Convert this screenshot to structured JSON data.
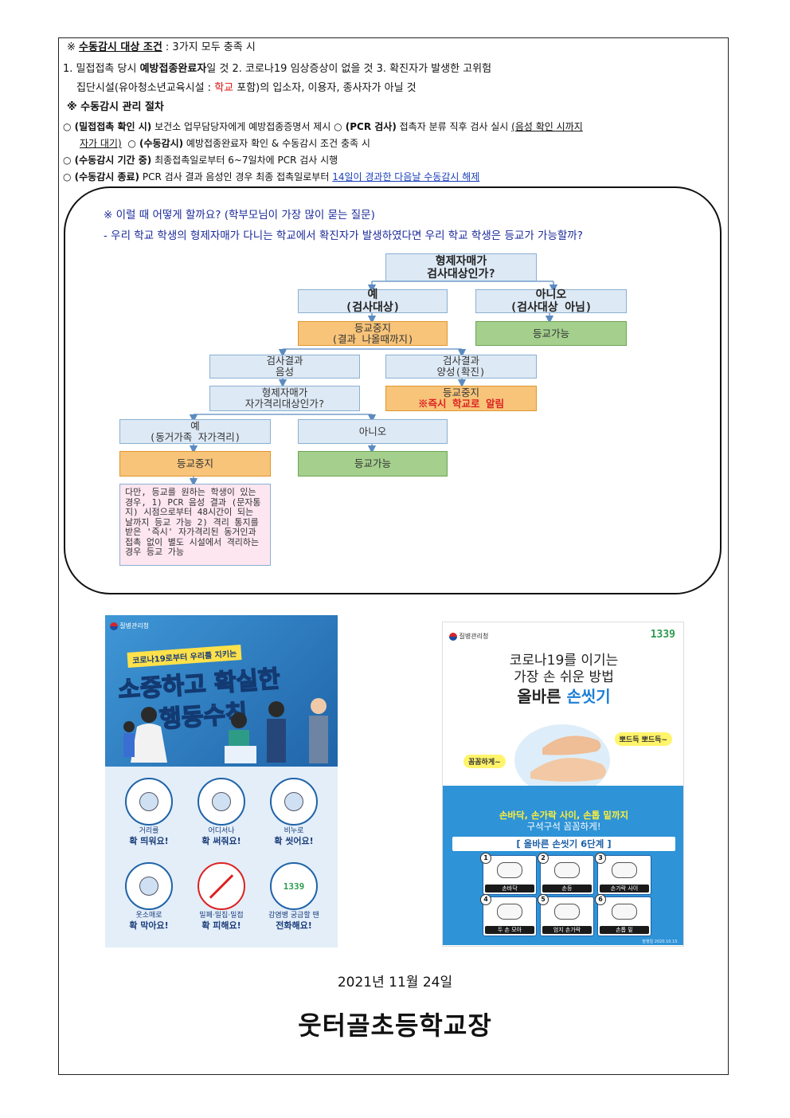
{
  "criteria": {
    "title_mark": "※",
    "title": "수동감시 대상 조건",
    "title_suffix": ": 3가지 모두 충족 시",
    "line1_a": "1. 밀접접촉 당시 ",
    "line1_b": "예방접종완료자",
    "line1_c": "일 것   2. 코로나19 임상증상이 없을 것   3. 확진자가 발생한 고위험",
    "line2_a": "집단시설(유아청소년교육시설 : ",
    "line2_b": "학교",
    "line2_c": " 포함)의 입소자, 이용자, 종사자가 아닐 것"
  },
  "procedure": {
    "title": "※ 수동감시 관리 절차",
    "s1_label": "○ (밀접접촉 확인 시)",
    "s1_text": " 보건소 업무담당자에게 예방접종증명서 제시   ",
    "s2_label": "○ (PCR 검사)",
    "s2_text": " 접촉자 분류 직후 검사 실시 ",
    "s2_underline": "(음성 확인 시까지",
    "s2_cont": "자가 대기)",
    "s3_label": "○ (수동감시)",
    "s3_text": " 예방접종완료자 확인 & 수동감시 조건 충족 시",
    "s4_label": "○ (수동감시 기간 중)",
    "s4_text": " 최종접촉일로부터 6~7일차에 PCR 검사 시행",
    "s5_label": "○ (수동감시 종료)",
    "s5_text": " PCR 검사 결과 음성인 경우    최종 접촉일로부터 ",
    "s5_link": "14일이 경과한 다음날 수동감시 해제"
  },
  "faq": {
    "question": "※ 이럴 때 어떻게 할까요? (학부모님이 가장 많이 묻는 질문)",
    "sub": "- 우리 학교 학생의 형제자매가 다니는 학교에서 확진자가 발생하였다면 우리 학교 학생은 등교가 가능할까?"
  },
  "flow": {
    "start": "형제자매가\n검사대상인가?",
    "yes_test": "예\n(검사대상)",
    "no_test": "아니오\n(검사대상 아님)",
    "stop_until_result": "등교중지\n(결과 나올때까지)",
    "can_attend_1": "등교가능",
    "neg_result": "검사결과\n음성",
    "pos_result": "검사결과\n양성(확진)",
    "sibling_quarantine": "형제자매가\n자가격리대상인가?",
    "stop_pos": "등교중지",
    "stop_pos_alert": "※즉시 학교로 알림",
    "yes_quarantine": "예\n(동거가족 자가격리)",
    "no_quarantine": "아니오",
    "stop_2": "등교중지",
    "can_attend_2": "등교가능",
    "exception_note": "다만, 등교를 원하는 학생이 있는 경우, 1) PCR 음성 결과 (문자통지) 시점으로부터 48시간이 되는 날까지 등교 가능 2) 격리 통지를 받은 '즉시' 자가격리된 동거인과 접촉 없이 별도 시설에서 격리하는 경우 등교 가능"
  },
  "poster1": {
    "agency": "질병관리청",
    "tagline": "코로나19로부터 우리를 지키는",
    "headline1": "소중하고 확실한",
    "headline2": "행동수칙",
    "items": [
      {
        "icon": "distance-icon",
        "l1": "거리를",
        "l2": "확 띄워요!"
      },
      {
        "icon": "mask-icon",
        "l1": "어디서나",
        "l2": "확 써줘요!"
      },
      {
        "icon": "handwash-icon",
        "l1": "비누로",
        "l2": "확 씻어요!"
      },
      {
        "icon": "cough-icon",
        "l1": "옷소매로",
        "l2": "확 막아요!"
      },
      {
        "icon": "no-crowd-icon",
        "l1": "밀폐·밀집·밀접",
        "l2": "확 피해요!"
      },
      {
        "icon": "hotline-icon",
        "l1": "감염병 궁금할 땐",
        "l2": "전화해요!"
      }
    ],
    "hotline": "1339"
  },
  "poster2": {
    "agency": "질병관리청",
    "hotline": "1339",
    "title1": "코로나19를 이기는",
    "title2": "가장 손 쉬운 방법",
    "title3a": "올바른 ",
    "title3b": "손씻기",
    "bubble_left": "꼼꼼하게~",
    "bubble_right": "뽀드득 뽀드득~",
    "band1": "손바닥, 손가락 사이, 손톱 밑까지",
    "band2": "구석구석 꼼꼼하게!",
    "steps_title": "[ 올바른 손씻기 6단계 ]",
    "steps": [
      "손바닥",
      "손등",
      "손가락 사이",
      "두 손 모아",
      "엄지 손가락",
      "손톱 밑"
    ],
    "issue_date": "발행일 2020.10.15."
  },
  "footer": {
    "date": "2021년 11월 24일",
    "signature": "웃터골초등학교장"
  },
  "colors": {
    "flow_blue": "#dde9f5",
    "flow_orange": "#f7c47a",
    "flow_green": "#a4cf8d",
    "flow_pink": "#fde6f0",
    "question_text": "#1b2a9a",
    "poster_blue": "#2b7fc4",
    "highlight_red": "#d11111"
  }
}
